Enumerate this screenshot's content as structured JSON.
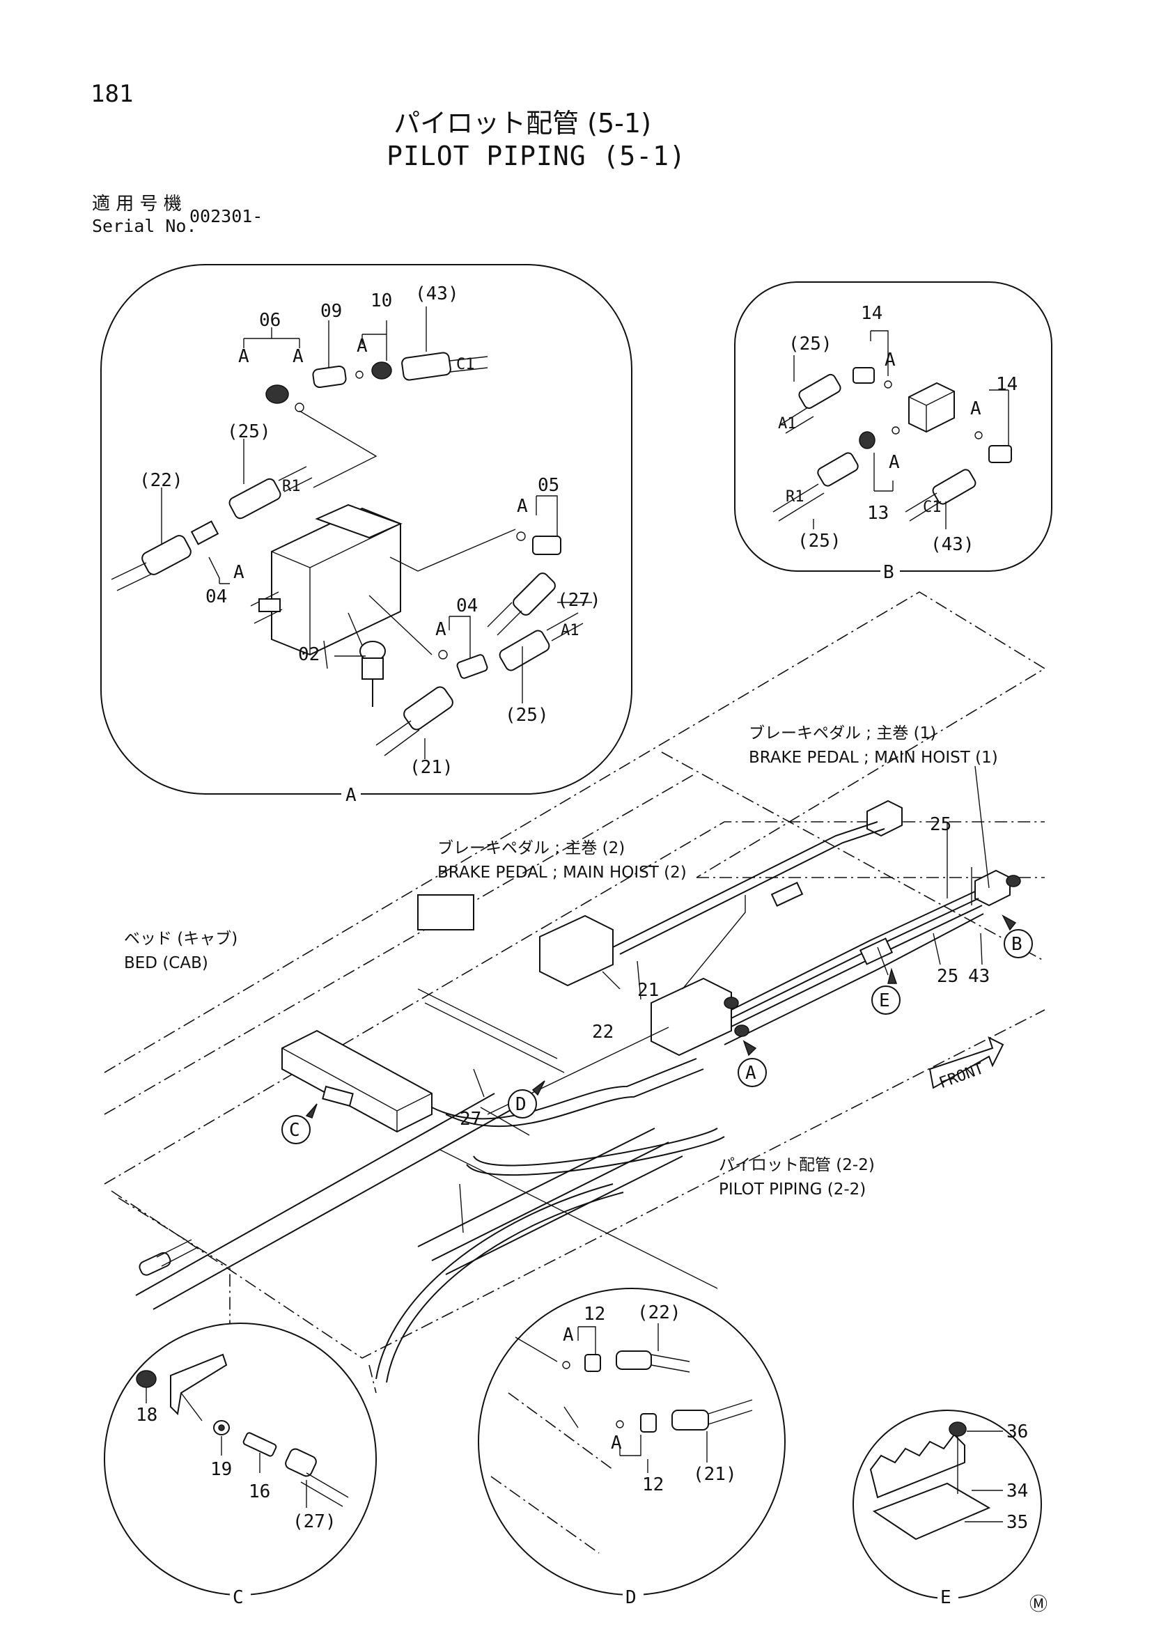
{
  "page_number": "181",
  "title_jp": "パイロット配管 (5-1)",
  "title_en": "PILOT PIPING (5-1)",
  "serial": {
    "label_jp": "適 用 号 機",
    "label_en": "Serial No.",
    "value": "002301-"
  },
  "detail_a": {
    "caption": "A",
    "labels": [
      "06",
      "09",
      "10",
      "(43)",
      "A",
      "A",
      "A",
      "C1",
      "(25)",
      "R1",
      "(22)",
      "05",
      "A",
      "A",
      "04",
      "(27)",
      "04",
      "A",
      "A1",
      "02",
      "(25)",
      "(21)"
    ]
  },
  "detail_b": {
    "caption": "B",
    "labels": [
      "14",
      "(25)",
      "A",
      "14",
      "A",
      "A1",
      "A",
      "R1",
      "C1",
      "13",
      "(25)",
      "(43)"
    ]
  },
  "detail_c": {
    "caption": "C",
    "labels": [
      "18",
      "19",
      "16",
      "(27)"
    ]
  },
  "detail_d": {
    "caption": "D",
    "labels": [
      "12",
      "(22)",
      "A",
      "A",
      "12",
      "(21)"
    ]
  },
  "detail_e": {
    "caption": "E",
    "labels": [
      "36",
      "34",
      "35"
    ]
  },
  "main_view": {
    "callouts": {
      "brake_pedal_1_jp": "ブレーキペダル ; 主巻 (1)",
      "brake_pedal_1_en": "BRAKE PEDAL ; MAIN HOIST (1)",
      "brake_pedal_2_jp": "ブレーキペダル ; 主巻 (2)",
      "brake_pedal_2_en": "BRAKE PEDAL ; MAIN HOIST (2)",
      "bed_jp": "ベッド (キャブ)",
      "bed_en": "BED (CAB)",
      "pilot_22_jp": "パイロット配管 (2-2)",
      "pilot_22_en": "PILOT PIPING (2-2)",
      "front": "FRONT"
    },
    "part_numbers": [
      "25",
      "25",
      "43",
      "21",
      "22",
      "27"
    ],
    "circle_markers": [
      "A",
      "B",
      "C",
      "D",
      "E"
    ]
  },
  "footer_mark": "Ⓜ"
}
